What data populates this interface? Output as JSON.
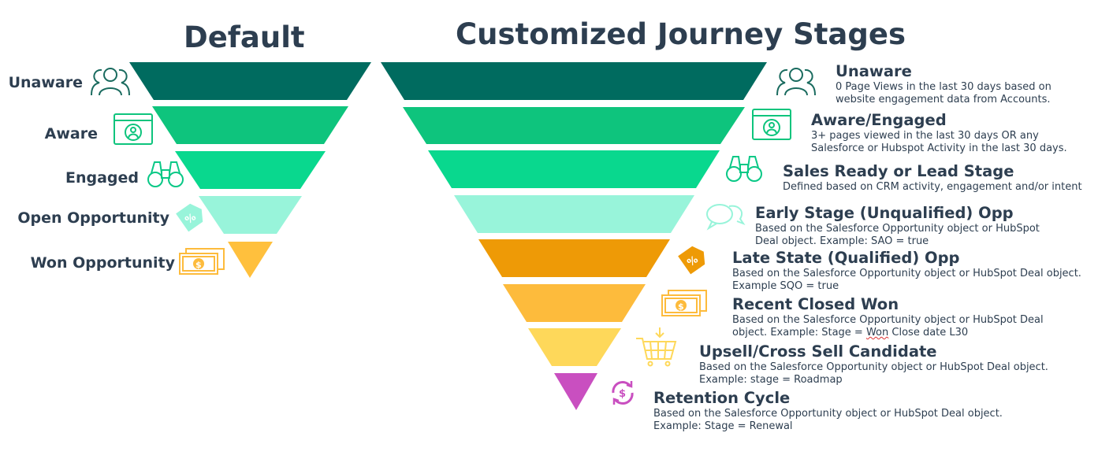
{
  "default": {
    "title": "Default",
    "stages": [
      {
        "label": "Unaware",
        "color": "#006b5f",
        "icon": "users-icon"
      },
      {
        "label": "Aware",
        "color": "#0ec47d",
        "icon": "browser-user-icon"
      },
      {
        "label": "Engaged",
        "color": "#09d88e",
        "icon": "binoculars-icon"
      },
      {
        "label": "Open Opportunity",
        "color": "#98f4da",
        "icon": "tag-percent-icon"
      },
      {
        "label": "Won Opportunity",
        "color": "#ffc03d",
        "icon": "money-icon"
      }
    ]
  },
  "customized": {
    "title": "Customized Journey Stages",
    "stages": [
      {
        "title": "Unaware",
        "desc1": "0 Page Views in the last 30 days based on",
        "desc2": "website engagement data from Accounts.",
        "color": "#006b5f",
        "icon": "users-icon"
      },
      {
        "title": "Aware/Engaged",
        "desc1": "3+ pages viewed in the last 30 days OR any",
        "desc2": "Salesforce or Hubspot Activity in the last 30 days.",
        "color": "#0ec47d",
        "icon": "browser-user-icon"
      },
      {
        "title": "Sales Ready or Lead Stage",
        "desc1": "Defined based on CRM activity, engagement and/or intent",
        "desc2": "",
        "color": "#09d88e",
        "icon": "binoculars-icon"
      },
      {
        "title": "Early Stage (Unqualified) Opp",
        "desc1": "Based on the Salesforce Opportunity object or HubSpot",
        "desc2": "Deal object. Example: SAO = true",
        "color": "#98f4da",
        "icon": "chat-bubbles-icon"
      },
      {
        "title": "Late State (Qualified) Opp",
        "desc1": "Based on the Salesforce Opportunity object or HubSpot Deal object.",
        "desc2": "Example SQO = true",
        "color": "#ee9a06",
        "icon": "tag-percent-icon"
      },
      {
        "title": "Recent Closed Won",
        "desc1": "Based on the Salesforce Opportunity object or HubSpot Deal",
        "desc2a": "object. Example: Stage = ",
        "desc2b": "Won",
        "desc2c": " Close date L30",
        "color": "#fdbb3c",
        "icon": "money-icon"
      },
      {
        "title": "Upsell/Cross Sell Candidate",
        "desc1": "Based on the Salesforce Opportunity object or HubSpot Deal object.",
        "desc2": "Example: stage = Roadmap",
        "color": "#fed85a",
        "icon": "cart-icon"
      },
      {
        "title": "Retention Cycle",
        "desc1": "Based on the Salesforce Opportunity object or HubSpot Deal object.",
        "desc2": "Example: Stage = Renewal",
        "color": "#c94fc0",
        "icon": "refresh-dollar-icon"
      }
    ]
  }
}
